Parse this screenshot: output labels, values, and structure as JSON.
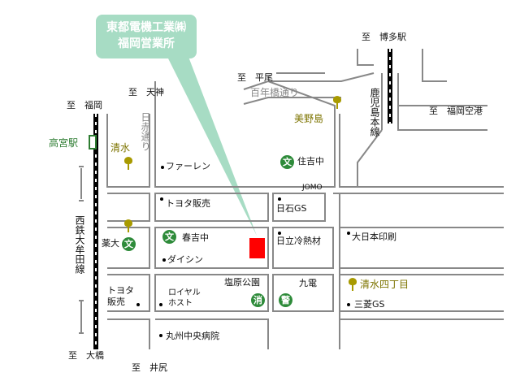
{
  "callout": {
    "line1": "東都電機工業㈱",
    "line2": "福岡営業所"
  },
  "directions": {
    "hakata": "至　博多駅",
    "hirao": "至　平尾",
    "tenjin": "至　天神",
    "fukuoka": "至　福岡",
    "airport": "至　福岡空港",
    "ohashi": "至　大橋",
    "ijiri": "至　井尻"
  },
  "roads": {
    "hyakunenbashi": "百年橋通り",
    "nisseki": "日赤通り"
  },
  "railways": {
    "kagoshima": "鹿児島本線",
    "nishitetsu": "西鉄大牟田線"
  },
  "stations": {
    "takamiya": "高宮駅"
  },
  "parks": {
    "minoshima": "美野島",
    "shimizu": "清水",
    "shimizu4": "清水四丁目"
  },
  "places": {
    "furen": "ファーレン",
    "sumiyoshi_jh": "住吉中",
    "jomo": "JOMO",
    "toyota1": "トヨタ販売",
    "nisseki_gs": "日石GS",
    "haruyoshi_jh": "春吉中",
    "hitachi": "日立冷熱材",
    "dainippon": "大日本印刷",
    "yakuin": "薬大",
    "daishin": "ダイシン",
    "shiobara": "塩原公園",
    "kyuden": "九電",
    "toyota2_l1": "トヨタ",
    "toyota2_l2": "販売",
    "royal_l1": "ロイヤル",
    "royal_l2": "ホスト",
    "mitsubishi_gs": "三菱GS",
    "marukyu": "丸州中央病院"
  },
  "symbols": {
    "school": "文",
    "fire_station": "消",
    "police": "警"
  },
  "colors": {
    "callout": "#a7dcc4",
    "target": "#ff0000",
    "school_circle": "#2e8b3a",
    "tree": "#a89a00",
    "road": "#888888"
  }
}
